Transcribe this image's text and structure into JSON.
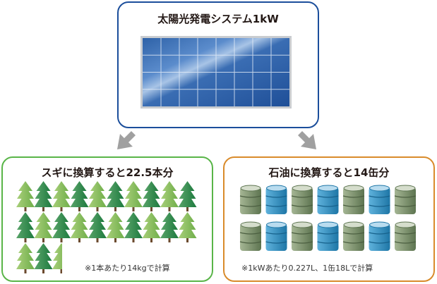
{
  "solar": {
    "title": "太陽光発電システム1kW"
  },
  "trees": {
    "title": "スギに換算すると22.5本分",
    "note": "※1本あたり14kgで計算",
    "count": 22.5
  },
  "oil": {
    "title": "石油に換算すると14缶分",
    "note": "※1kWあたり0.227L、1缶18Lで計算",
    "count": 14
  },
  "colors": {
    "blue_border": "#1b4e9b",
    "green_border": "#59b548",
    "orange_border": "#d98b2b",
    "arrow": "#a0a0a0"
  }
}
